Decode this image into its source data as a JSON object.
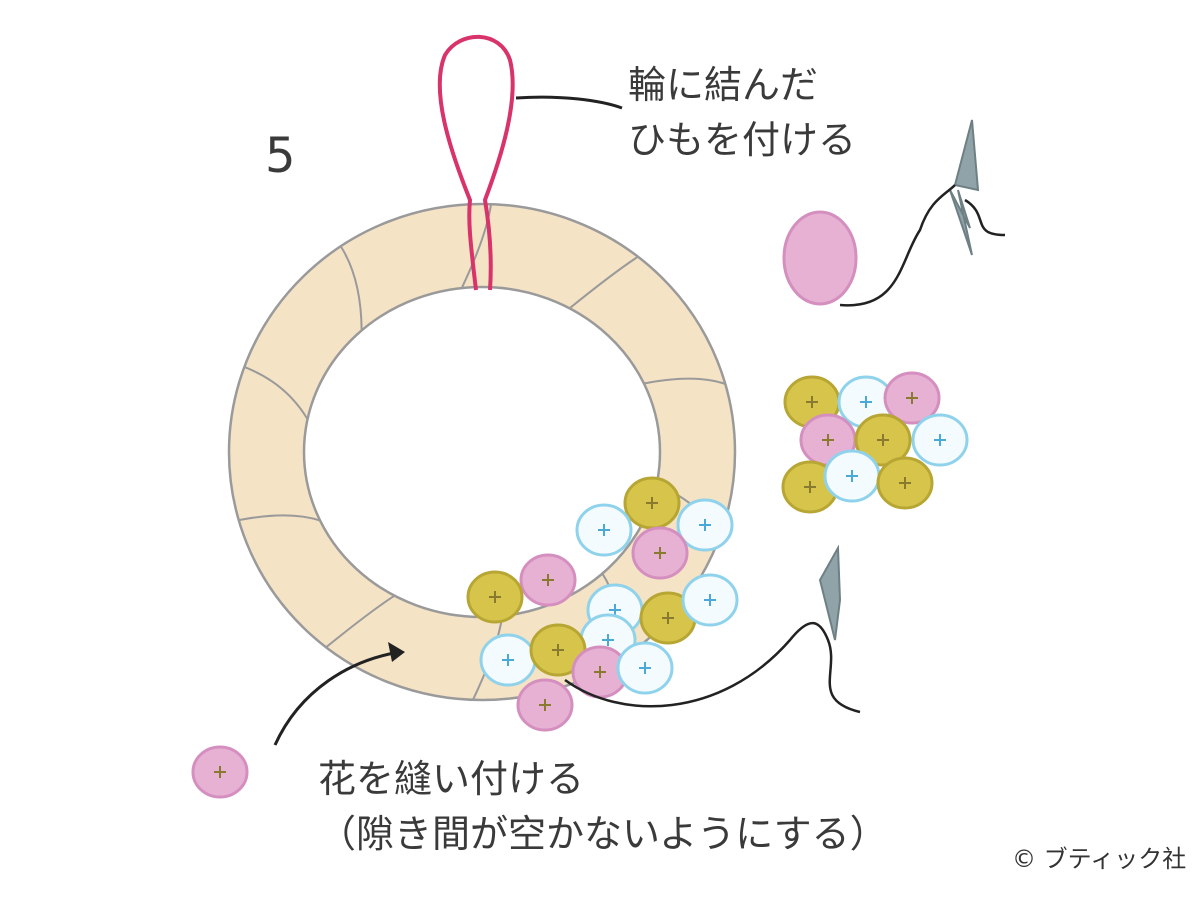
{
  "step_number": "5",
  "top_label": {
    "line1": "輪に結んだ",
    "line2": "ひもを付ける"
  },
  "bottom_label": {
    "line1": "花を縫い付ける",
    "line2": "（隙き間が空かないようにする）"
  },
  "copyright": "© ブティック社",
  "colors": {
    "wreath_fill": "#f5e3c6",
    "wreath_line": "#9a9a9a",
    "string": "#d8336a",
    "yellow_flower": "#d6c54a",
    "pink_flower": "#e7b1d4",
    "blue_flower": "#8fd2ec",
    "needle": "#8fa3a8",
    "thread": "#222222"
  }
}
